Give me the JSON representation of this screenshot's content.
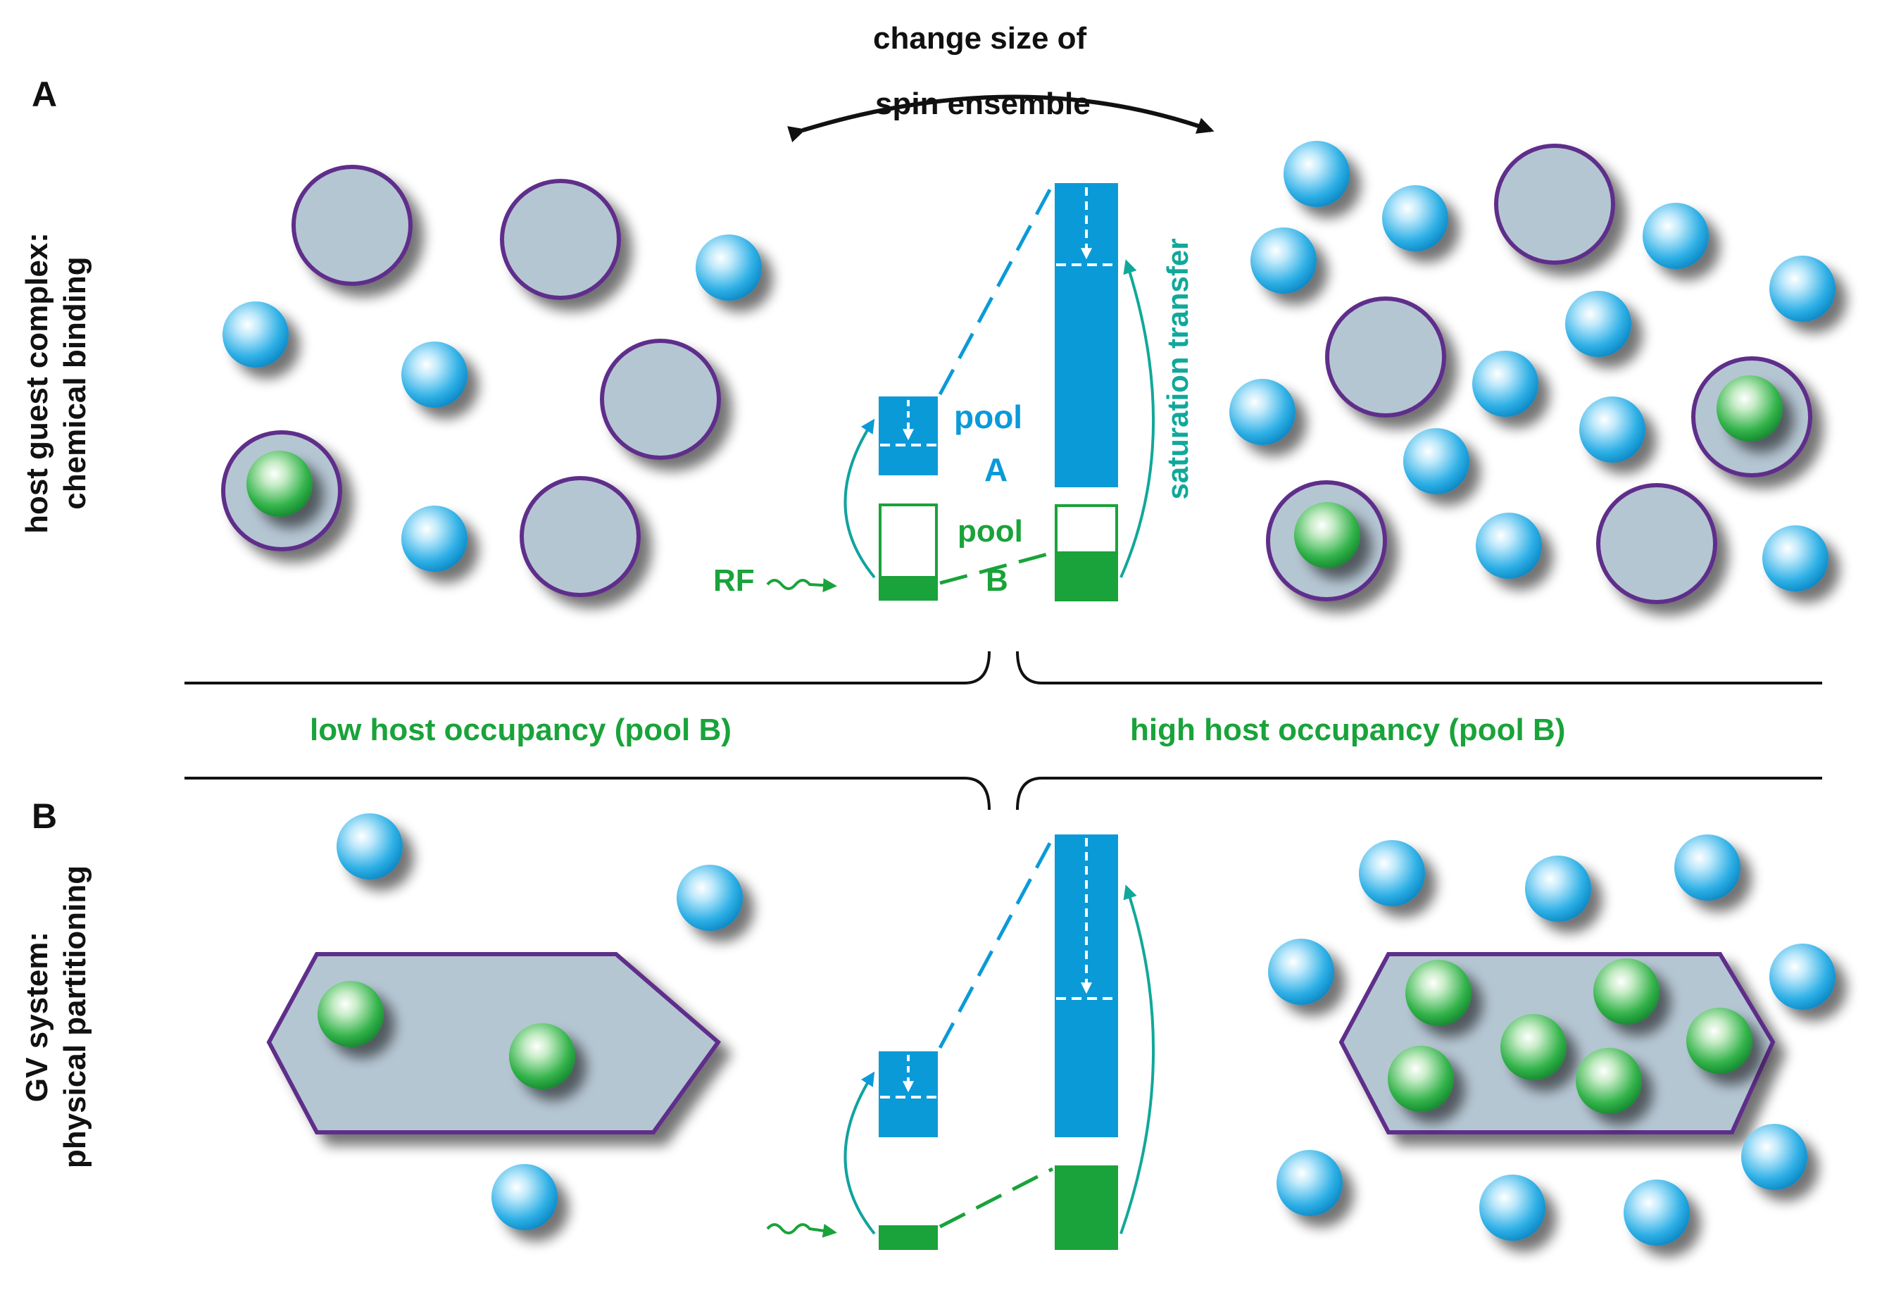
{
  "panels": {
    "a": {
      "letter": "A",
      "side_label_line1": "host guest complex:",
      "side_label_line2": "chemical binding"
    },
    "b": {
      "letter": "B",
      "side_label_line1": "GV system:",
      "side_label_line2": "physical partitioning"
    }
  },
  "top_caption": {
    "line1": "change size of",
    "line2": "spin ensemble"
  },
  "center_left_label": "low host occupancy (pool B)",
  "center_right_label": "high host occupancy (pool B)",
  "pool_labels": {
    "pool_a_word": "pool",
    "pool_a_letter": "A",
    "pool_b_word": "pool",
    "pool_b_letter": "B"
  },
  "rf_label": "RF",
  "saturation_label": "saturation transfer",
  "colors": {
    "blue": "#0b9ad8",
    "green": "#19a33a",
    "purple": "#5e2d8a",
    "host_fill": "#b5c6d3",
    "teal": "#10a89a"
  }
}
